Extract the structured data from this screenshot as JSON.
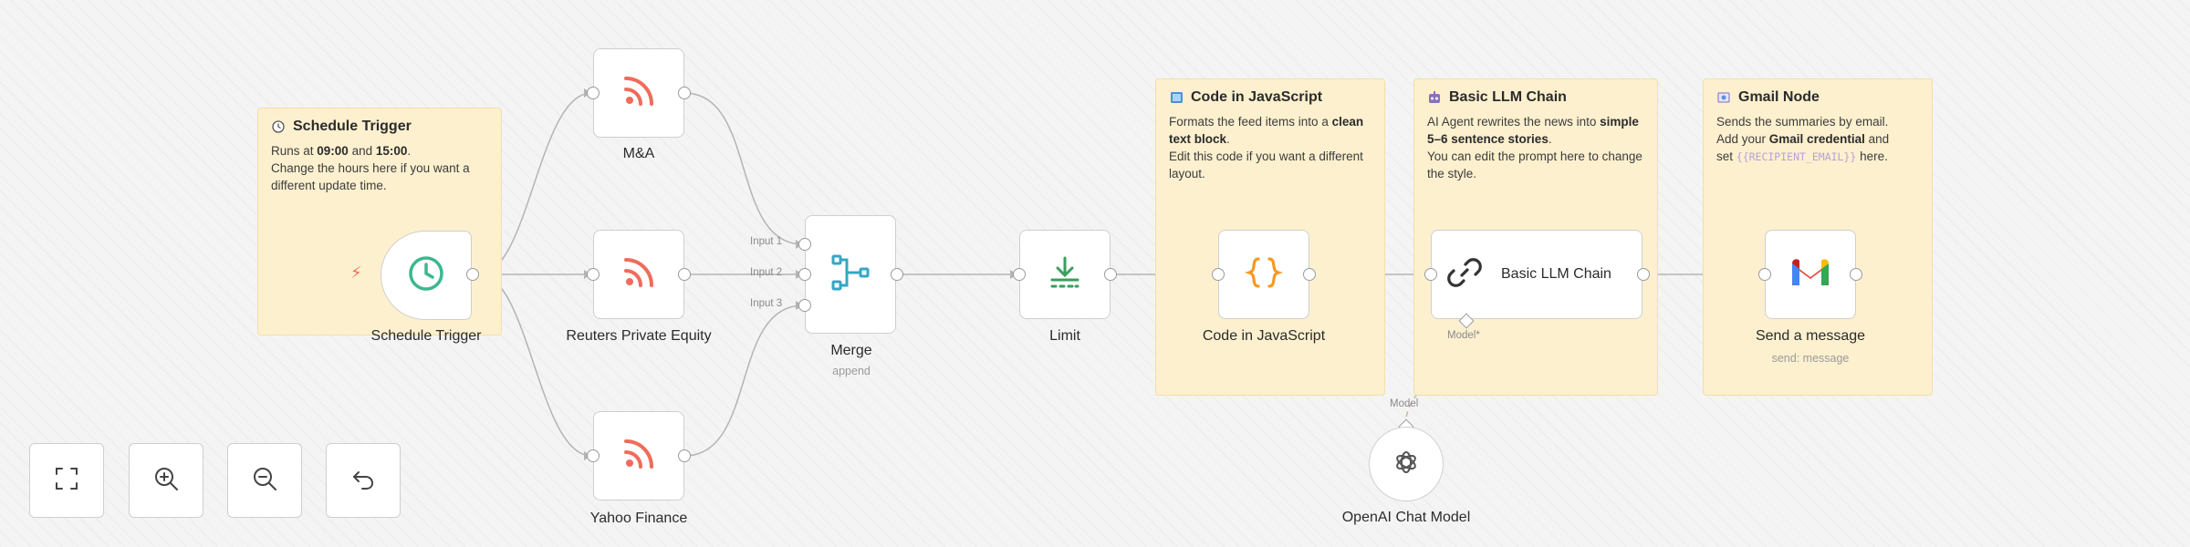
{
  "sticky_notes": {
    "schedule": {
      "title": "Schedule Trigger",
      "icon": "clock-emoji-icon",
      "line1_pre": "Runs at ",
      "time1": "09:00",
      "and": " and ",
      "time2": "15:00",
      "dot": ".",
      "line2": "Change the hours here if you want a different update time."
    },
    "code": {
      "title": "Code in JavaScript",
      "icon": "book-emoji-icon",
      "line1": "Formats the feed items into a ",
      "bold": "clean text block",
      "dot": ".",
      "line2": "Edit this code if you want a different layout."
    },
    "llm": {
      "title": "Basic LLM Chain",
      "icon": "robot-emoji-icon",
      "line1": "AI Agent rewrites the news into ",
      "bold": "simple 5–6 sentence stories",
      "dot": ".",
      "line2": "You can edit the prompt here to change the style."
    },
    "gmail": {
      "title": "Gmail Node",
      "icon": "envelope-emoji-icon",
      "line1": "Sends the summaries by email.",
      "line2_pre": "Add your ",
      "bold": "Gmail credential",
      "line2_post": " and",
      "line3_pre": "set ",
      "mono": "{{RECIPIENT_EMAIL}}",
      "line3_post": " here."
    }
  },
  "nodes": {
    "schedule_trigger": {
      "label": "Schedule Trigger",
      "icon": "clock-icon"
    },
    "ma": {
      "label": "M&A",
      "icon": "rss-icon"
    },
    "reuters": {
      "label": "Reuters Private Equity",
      "icon": "rss-icon"
    },
    "yahoo": {
      "label": "Yahoo Finance",
      "icon": "rss-icon"
    },
    "merge": {
      "label": "Merge",
      "sublabel": "append",
      "icon": "merge-icon",
      "inputs": [
        "Input 1",
        "Input 2",
        "Input 3"
      ]
    },
    "limit": {
      "label": "Limit",
      "icon": "limit-icon"
    },
    "code": {
      "label": "Code in JavaScript",
      "icon": "curly-braces-icon"
    },
    "llm": {
      "label": "Basic LLM Chain",
      "icon": "link-icon",
      "port_label": "Model*"
    },
    "gmail": {
      "label": "Send a message",
      "sublabel": "send: message",
      "icon": "gmail-icon"
    },
    "openai": {
      "label": "OpenAI Chat Model",
      "icon": "openai-icon",
      "port_label": "Model"
    }
  },
  "controls": {
    "fit": "fit-view-icon",
    "zoom_in": "zoom-in-icon",
    "zoom_out": "zoom-out-icon",
    "reset": "undo-icon"
  },
  "colors": {
    "rss": "#ef6c5b",
    "clock": "#3ab98c",
    "merge": "#35a7c4",
    "limit": "#3a9e5c",
    "code": "#f59a23",
    "sticky": "#fdf0cf"
  }
}
